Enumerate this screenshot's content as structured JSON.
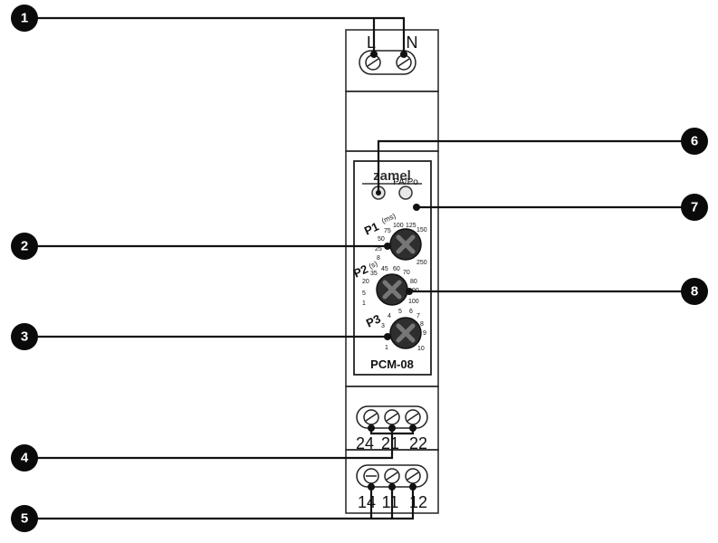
{
  "brand": "zamel",
  "model": "PCM-08",
  "supply_terminals": {
    "l": "L",
    "n": "N"
  },
  "led_label": "PA/Po",
  "knobs": {
    "p1": {
      "name": "P1",
      "unit": "(ms)",
      "scale": [
        "8",
        "25",
        "50",
        "75",
        "100",
        "125",
        "150",
        "250"
      ]
    },
    "p2": {
      "name": "P2",
      "unit": "(s)",
      "scale": [
        "1",
        "5",
        "20",
        "35",
        "45",
        "60",
        "70",
        "80",
        "90",
        "100"
      ]
    },
    "p3": {
      "name": "P3",
      "scale": [
        "1",
        "3",
        "4",
        "5",
        "6",
        "7",
        "8",
        "9",
        "10"
      ]
    }
  },
  "contacts_upper": [
    "24",
    "21",
    "22"
  ],
  "contacts_lower": [
    "14",
    "11",
    "12"
  ],
  "callouts": [
    "1",
    "2",
    "3",
    "4",
    "5",
    "6",
    "7",
    "8"
  ]
}
